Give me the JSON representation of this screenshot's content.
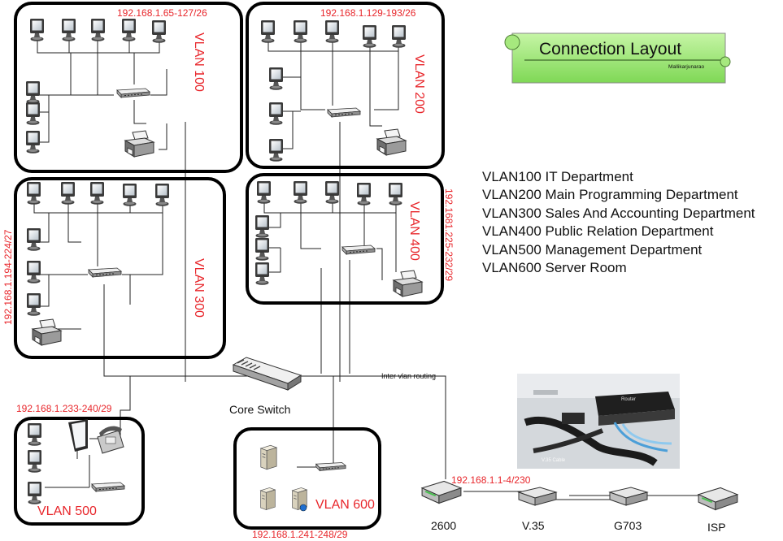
{
  "title": {
    "text": "Connection Layout",
    "author": "Mallikarjunarao",
    "bg_color": "#8ee46a"
  },
  "vlans": [
    {
      "id": "vlan100",
      "label": "VLAN 100",
      "subnet": "192.168.1.65-127/26"
    },
    {
      "id": "vlan200",
      "label": "VLAN 200",
      "subnet": "192.168.1.129-193/26"
    },
    {
      "id": "vlan300",
      "label": "VLAN 300",
      "subnet": "192.168.1.194-224/27"
    },
    {
      "id": "vlan400",
      "label": "VLAN 400",
      "subnet": "192.1681.225-232/29"
    },
    {
      "id": "vlan500",
      "label": "VLAN 500",
      "subnet": "192.168.1.233-240/29"
    },
    {
      "id": "vlan600",
      "label": "VLAN 600",
      "subnet": "192.168.1.241-248/29"
    }
  ],
  "legend": [
    "VLAN100 IT Department",
    "VLAN200 Main Programming Department",
    "VLAN300 Sales And Accounting Department",
    "VLAN400 Public Relation Department",
    "VLAN500 Management Department",
    "VLAN600 Server Room"
  ],
  "core_switch_label": "Core Switch",
  "inter_vlan_label": "Inter vlan routing",
  "router_subnet": "192.168.1.1-4/230",
  "wan_devices": [
    "2600",
    "V.35",
    "G703",
    "ISP"
  ],
  "photo": {
    "label_router": "Router",
    "label_cable": "V.35 Cable"
  },
  "colors": {
    "label_red": "#e8262b",
    "line": "#222222",
    "box_border": "#000000"
  },
  "icons": [
    "monitor-icon",
    "printer-icon",
    "hub-icon",
    "core-switch-icon",
    "server-icon",
    "phone-icon",
    "tablet-icon",
    "router-icon"
  ]
}
